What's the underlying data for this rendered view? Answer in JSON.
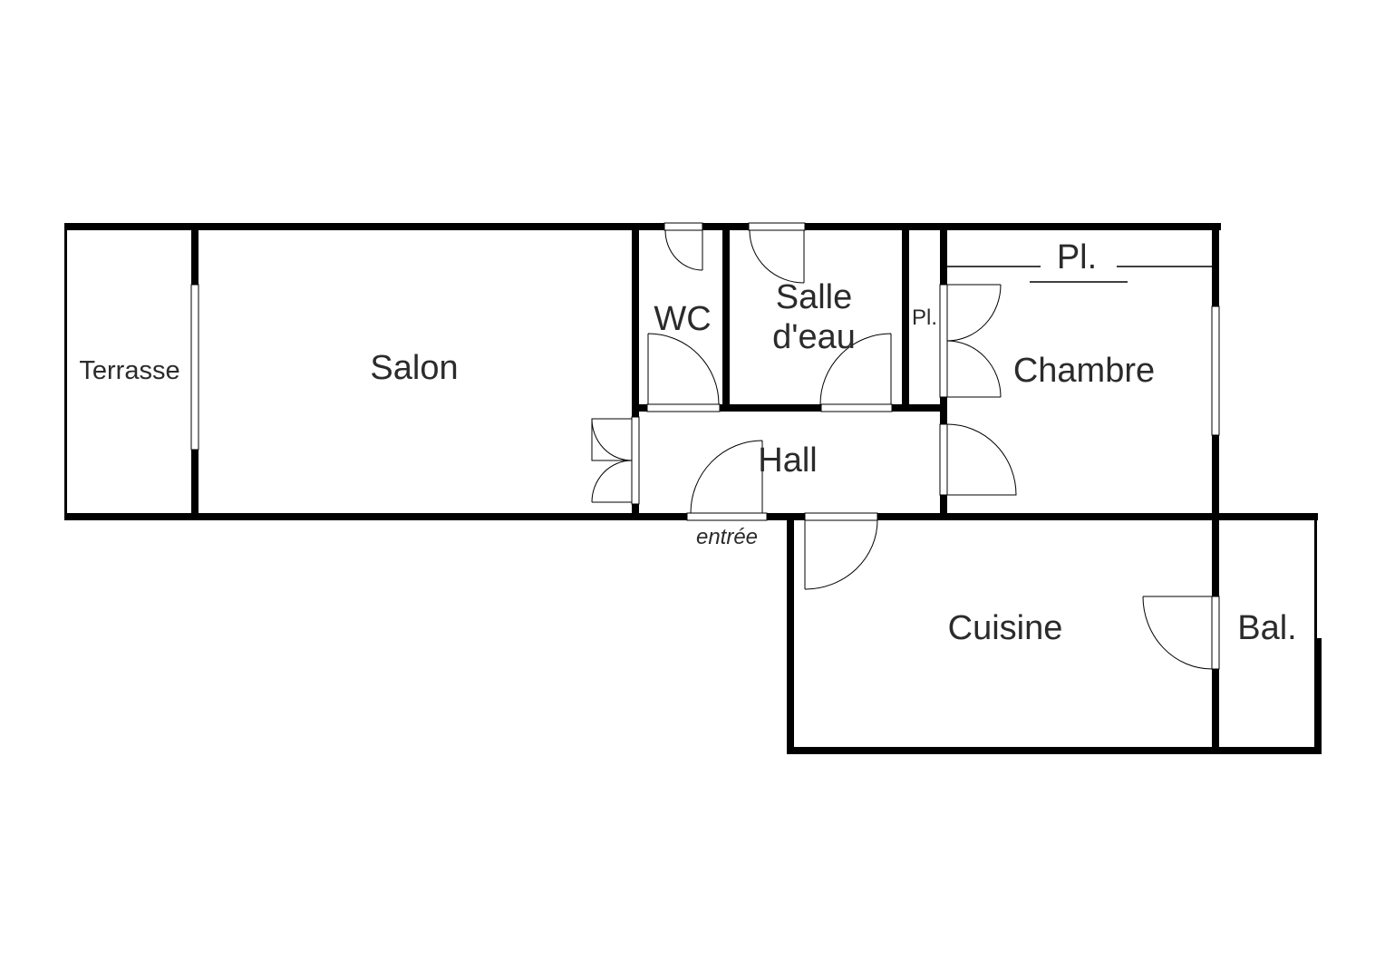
{
  "plan": {
    "rooms": {
      "terrasse": "Terrasse",
      "salon": "Salon",
      "wc": "WC",
      "salle_deau_line1": "Salle",
      "salle_deau_line2": "d'eau",
      "placard_small": "Pl.",
      "placard_chambre": "Pl.",
      "chambre": "Chambre",
      "hall": "Hall",
      "cuisine": "Cuisine",
      "balcon": "Bal."
    },
    "entrance_label": "entrée",
    "colors": {
      "wall": "#000000",
      "background": "#ffffff",
      "text": "#2b2b2b"
    }
  }
}
